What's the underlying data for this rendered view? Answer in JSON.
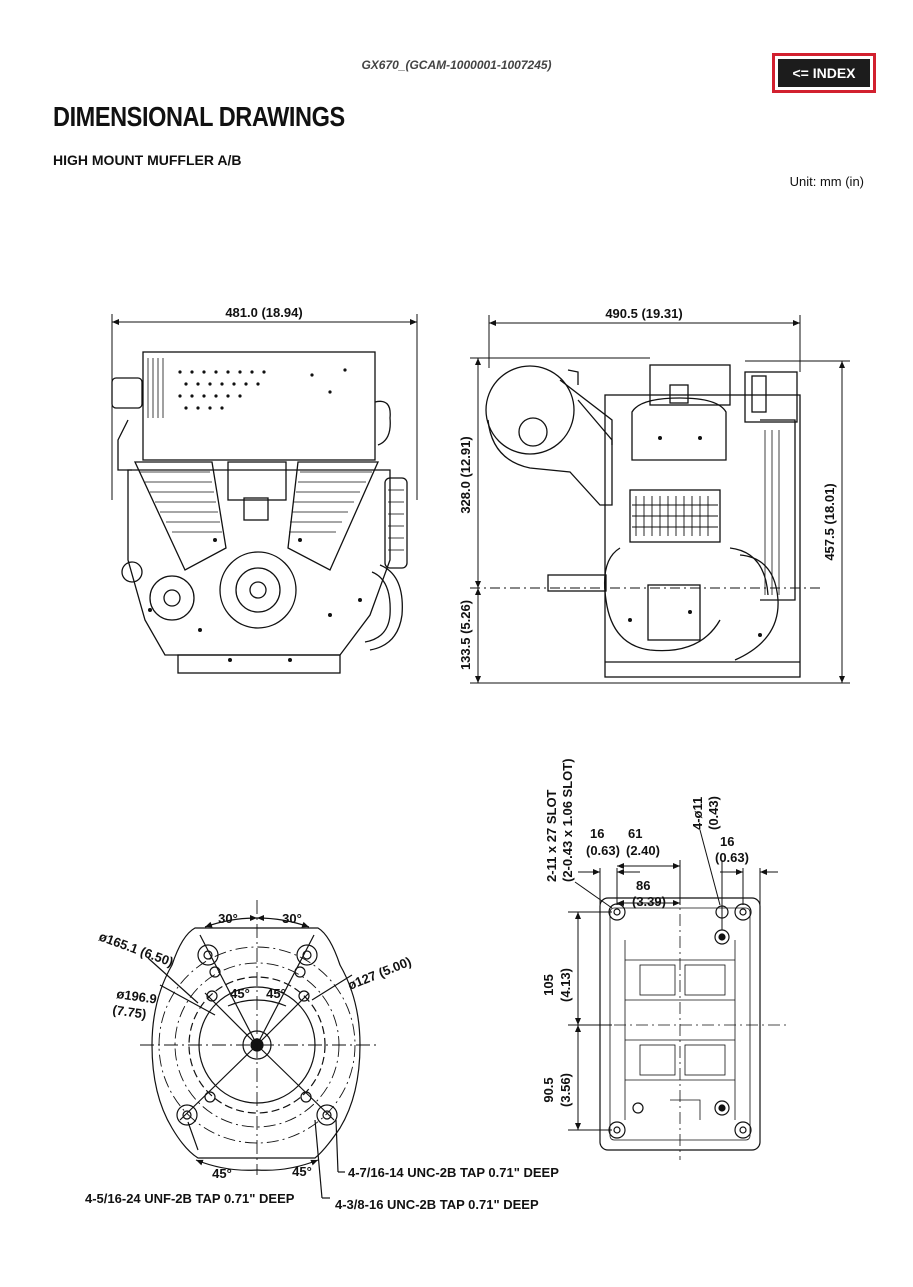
{
  "header": {
    "model_code": "GX670_(GCAM-1000001-1007245)",
    "index_button": "<= INDEX"
  },
  "title": "DIMENSIONAL DRAWINGS",
  "subtitle": "HIGH MOUNT MUFFLER A/B",
  "unit_note": "Unit: mm (in)",
  "front_view": {
    "width_dim": "481.0 (18.94)"
  },
  "side_view": {
    "width_dim": "490.5 (19.31)",
    "height_upper": "328.0 (12.91)",
    "height_lower": "133.5 (5.26)",
    "height_total": "457.5 (18.01)"
  },
  "flange_view": {
    "angle_30_left": "30°",
    "angle_30_right": "30°",
    "dia_165": "ø165.1 (6.50)",
    "dia_127": "ø127 (5.00)",
    "dia_196_a": "ø196.9",
    "dia_196_b": "(7.75)",
    "angle_45_inner_left": "45°",
    "angle_45_inner_right": "45°",
    "angle_45_bottom_left": "45°",
    "angle_45_bottom_right": "45°",
    "tap_unc_716": "4-7/16-14 UNC-2B TAP 0.71\" DEEP",
    "tap_unf_516": "4-5/16-24 UNF-2B TAP 0.71\" DEEP",
    "tap_unc_38": "4-3/8-16 UNC-2B TAP 0.71\" DEEP"
  },
  "base_view": {
    "slot_a": "2-11 x 27 SLOT",
    "slot_b": "(2-0.43 x 1.06 SLOT)",
    "dim_16_left_a": "16",
    "dim_16_left_b": "(0.63)",
    "dim_61_a": "61",
    "dim_61_b": "(2.40)",
    "hole_a": "4-ø11",
    "hole_b": "(0.43)",
    "dim_16_right_a": "16",
    "dim_16_right_b": "(0.63)",
    "dim_86_a": "86",
    "dim_86_b": "(3.39)",
    "dim_105_a": "105",
    "dim_105_b": "(4.13)",
    "dim_90_a": "90.5",
    "dim_90_b": "(3.56)"
  }
}
